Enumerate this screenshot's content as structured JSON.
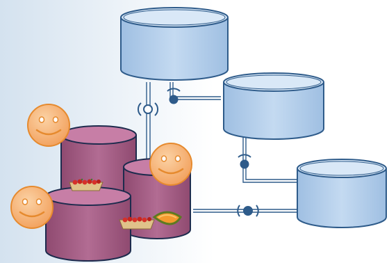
{
  "diagram": {
    "background": {
      "gradient_from": "#d4e2ef",
      "gradient_to": "#ffffff"
    },
    "colors": {
      "service_fill": "#b4cfec",
      "service_top": "#d9e8f7",
      "service_stroke": "#2e5b8a",
      "legacy_fill": "#a65f86",
      "legacy_top": "#c77ea6",
      "legacy_stroke": "#1d2b4d",
      "smiley_fill": "#f6b57a",
      "smiley_stroke": "#e68a2e",
      "connector": "#2e5b8a"
    },
    "nodes": {
      "service_databases": [
        {
          "id": "service-db-top",
          "kind": "service"
        },
        {
          "id": "service-db-middle",
          "kind": "service"
        },
        {
          "id": "service-db-right",
          "kind": "service"
        }
      ],
      "legacy_databases": [
        {
          "id": "legacy-db-front-left",
          "kind": "monolith"
        },
        {
          "id": "legacy-db-back",
          "kind": "monolith"
        },
        {
          "id": "legacy-db-front-right",
          "kind": "monolith"
        }
      ],
      "user_icons": [
        "smiley-face-icon",
        "smiley-face-icon",
        "smiley-face-icon"
      ],
      "food_icons": [
        "tomato-tray-icon",
        "tomato-tray-icon",
        "melon-slice-icon"
      ],
      "interface_icons": [
        "lollipop-interface-icon",
        "lollipop-interface-icon",
        "lollipop-interface-icon",
        "lollipop-interface-icon"
      ]
    }
  }
}
